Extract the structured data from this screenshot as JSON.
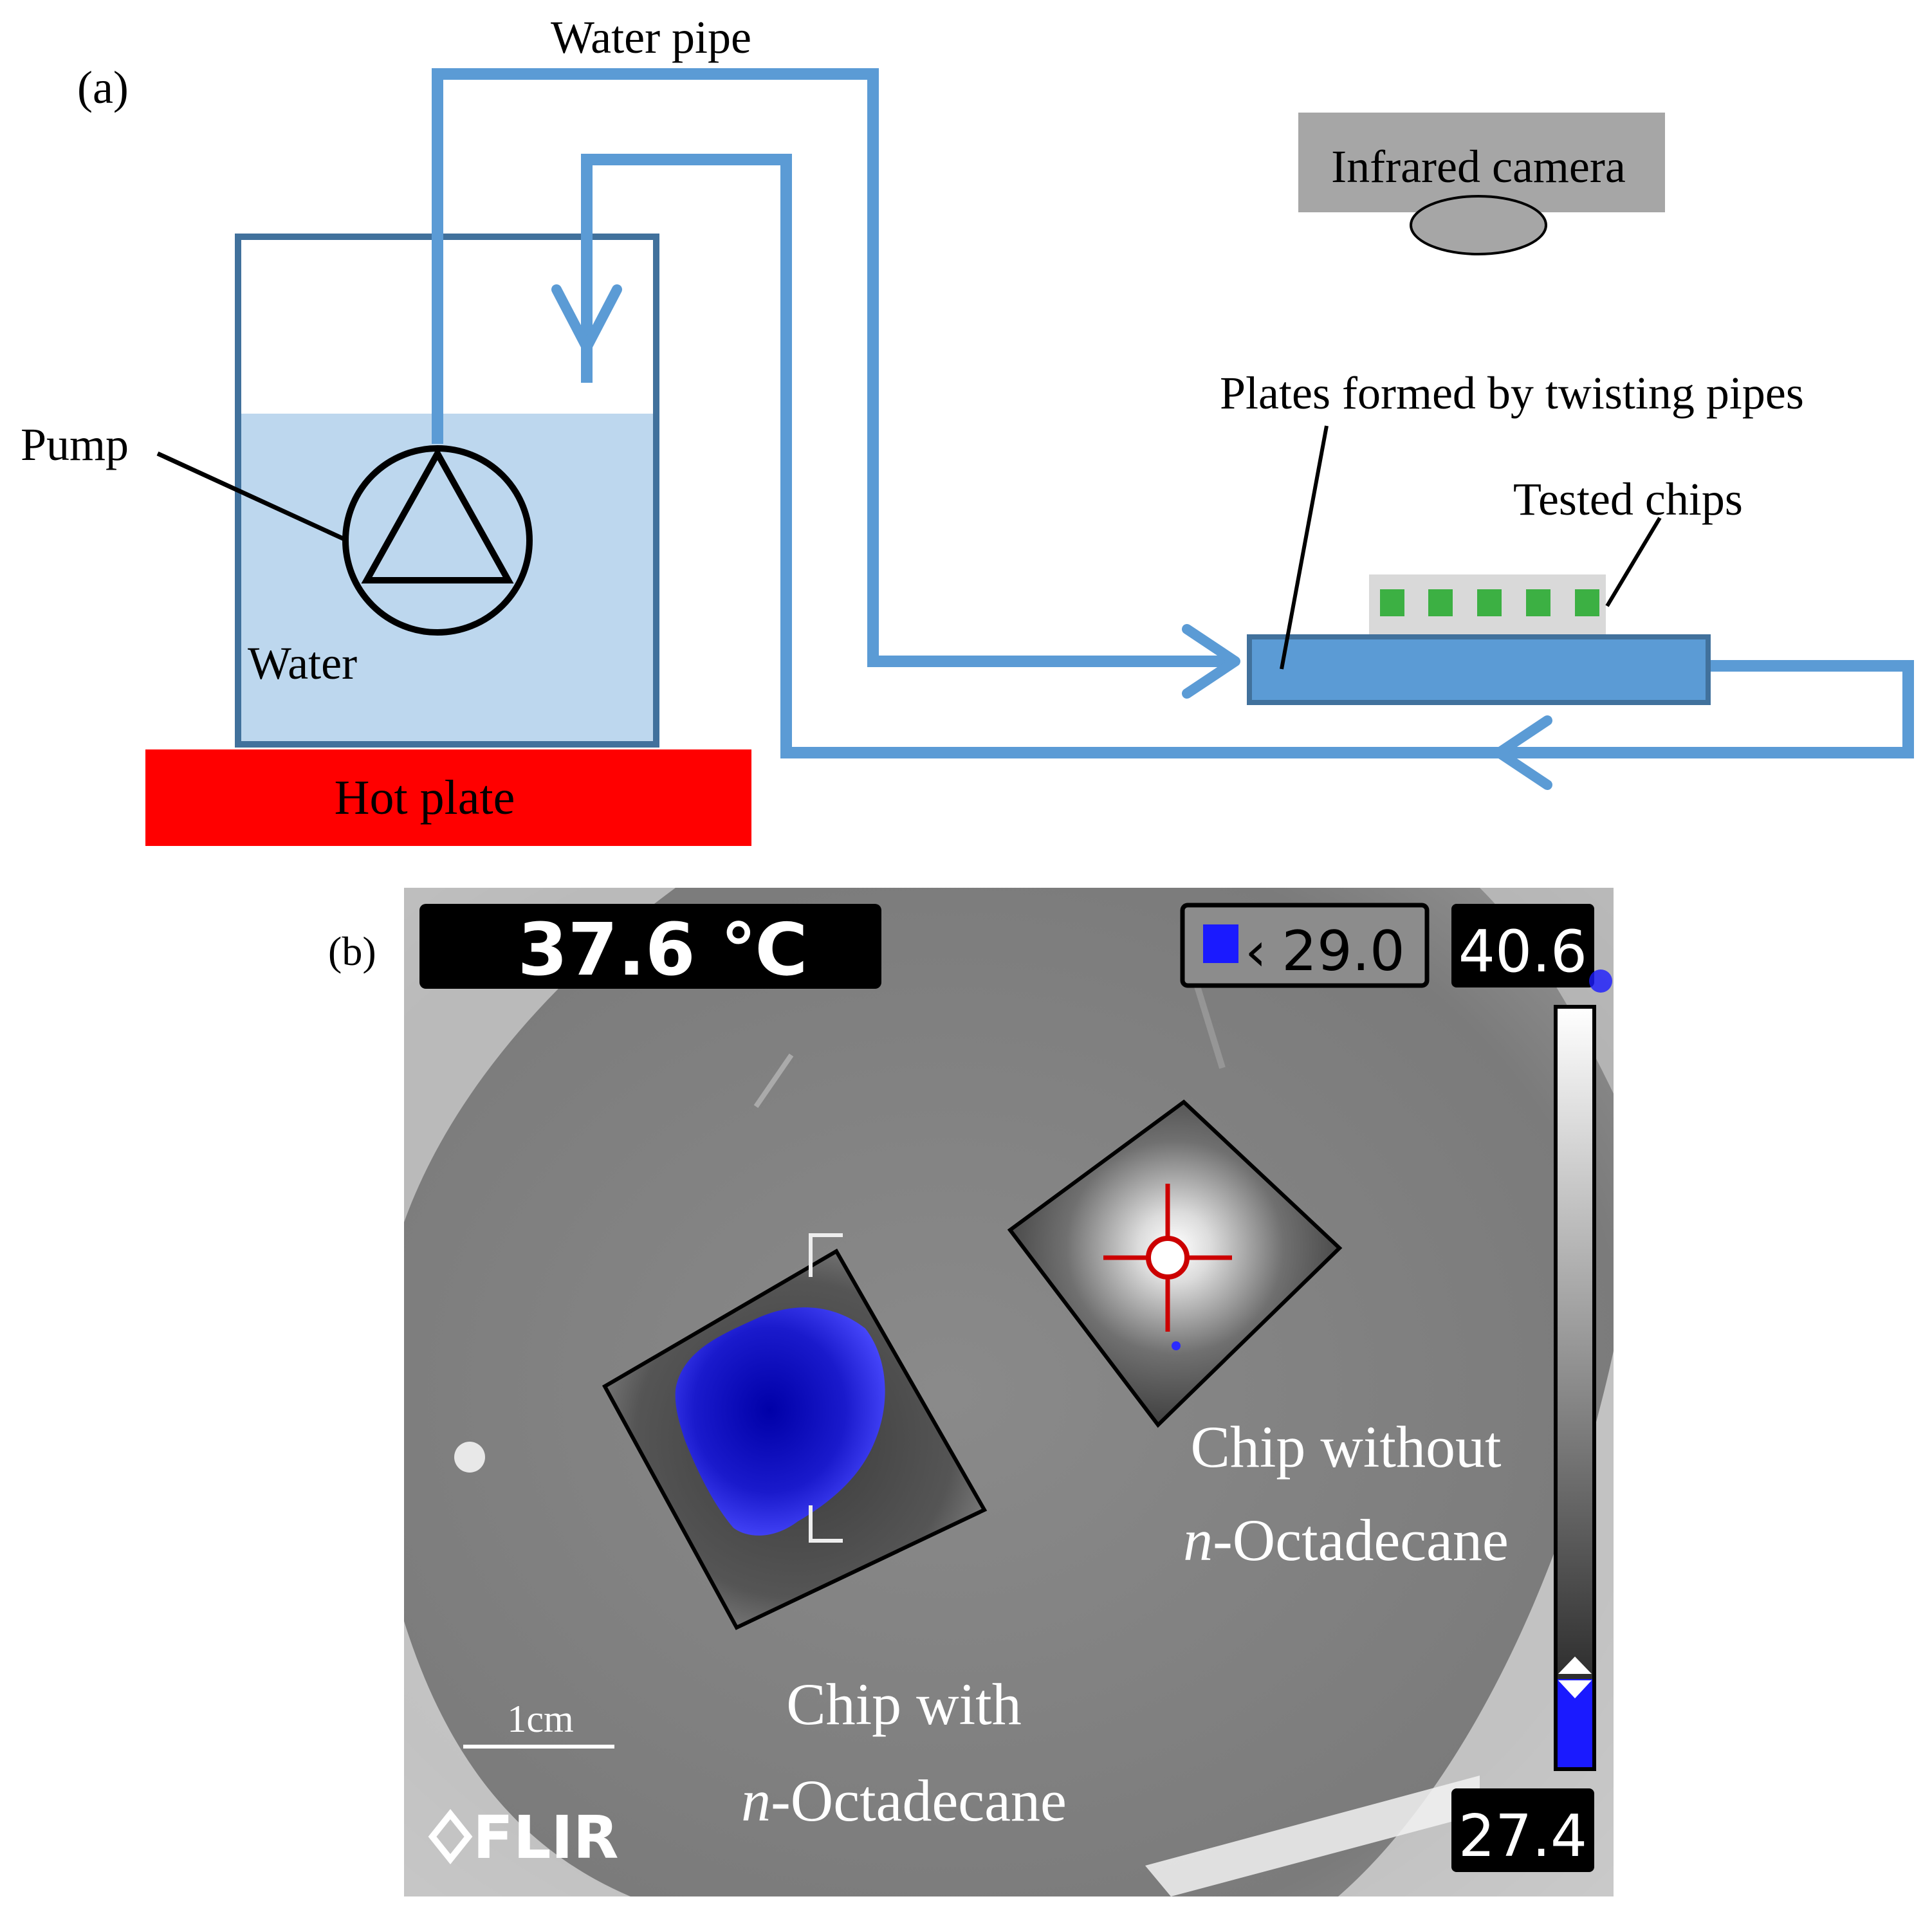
{
  "panel_a": {
    "label": "(a)",
    "water_pipe_label": "Water pipe",
    "infrared_camera_label": "Infrared camera",
    "plates_label": "Plates formed by twisting pipes",
    "tested_chips_label": "Tested chips",
    "pump_label": "Pump",
    "water_label": "Water",
    "hot_plate_label": "Hot plate",
    "colors": {
      "pipe": "#5b9bd5",
      "water": "#bdd7ee",
      "hot_plate": "#ff0000",
      "camera": "#a6a6a6",
      "chips": "#3cb043",
      "chip_holder": "#d9d9d9",
      "plate": "#5b9bd5"
    }
  },
  "panel_b": {
    "label": "(b)",
    "spot_temperature": "37.6 ℃",
    "isotherm_value": "29.0",
    "scale_max": "40.6",
    "scale_min": "27.4",
    "scale_bar_label": "1cm",
    "brand": "FLIR",
    "chip_with_line1": "Chip with",
    "chip_with_prefix": "n",
    "chip_with_line2": "-Octadecane",
    "chip_without_line1": "Chip without",
    "chip_without_prefix": "n",
    "chip_without_line2": "-Octadecane",
    "colors": {
      "isotherm": "#1a1aff",
      "crosshair": "#cc0000"
    }
  }
}
